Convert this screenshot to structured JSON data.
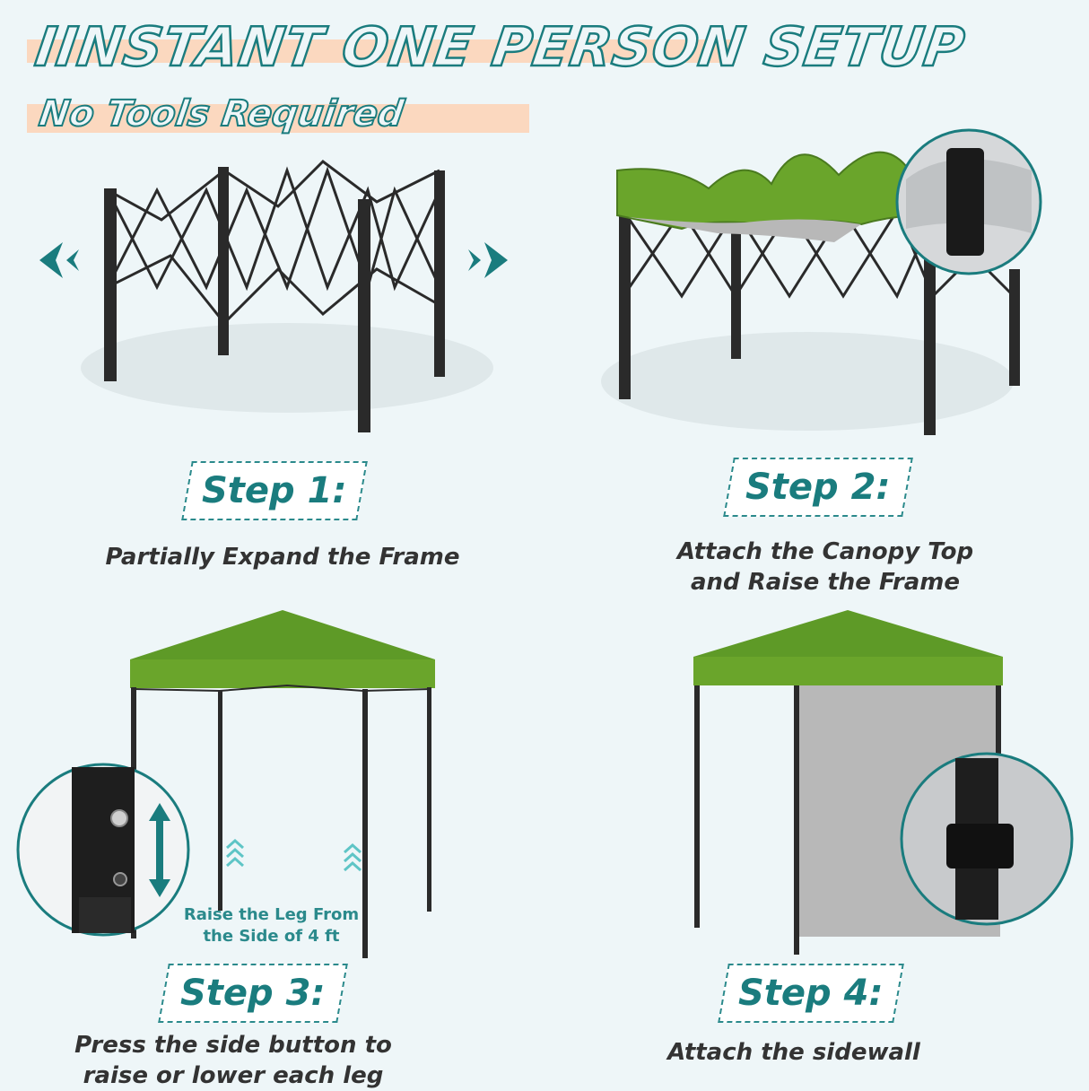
{
  "header": {
    "title": "IINSTANT ONE PERSON SETUP",
    "subtitle": "No Tools Required"
  },
  "steps": [
    {
      "label": "Step 1:",
      "description": "Partially Expand the Frame"
    },
    {
      "label": "Step 2:",
      "description_line1": "Attach the Canopy Top",
      "description_line2": "and Raise the Frame"
    },
    {
      "label": "Step 3:",
      "description_line1": "Press the side button to",
      "description_line2": "raise or lower each leg",
      "note_line1": "Raise the Leg From",
      "note_line2": "the Side of 4 ft"
    },
    {
      "label": "Step 4:",
      "description": "Attach the sidewall"
    }
  ],
  "colors": {
    "accent": "#1a7c7e",
    "highlight": "#fbd8bf",
    "canopy": "#6aa52b",
    "frame": "#2a2a2a",
    "sidewall": "#b8b8b8",
    "background": "#eef6f8"
  }
}
